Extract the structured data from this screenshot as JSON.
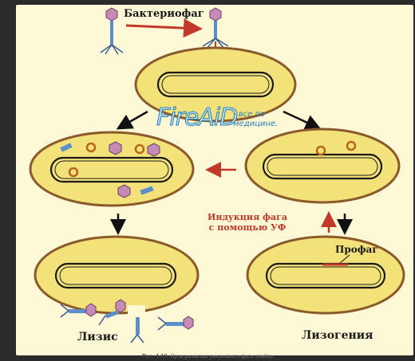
{
  "labels": {
    "phage": "Бактериофаг",
    "induction_line1": "Индукция фага",
    "induction_line2": "с помощью УФ",
    "prophage": "Профаг",
    "lysis": "Лизис",
    "lysogeny": "Лизогения"
  },
  "caption": {
    "number": "Рис. 4.19.",
    "text": "Пути развития умеренного фага лямбда"
  },
  "watermark": {
    "logo": "FireAiD",
    "tagline": "- все по медицине."
  },
  "colors": {
    "cell_fill": "#f3e27a",
    "cell_outline": "#8b5a2b",
    "dna": "#1a1a1a",
    "arrow_red": "#c0392b",
    "arrow_black": "#111111",
    "phage_tail": "#5b8fc9",
    "phage_head": "#c58bb5",
    "plasmid_ring": "#b5651d",
    "background": "#fdf8d6"
  }
}
